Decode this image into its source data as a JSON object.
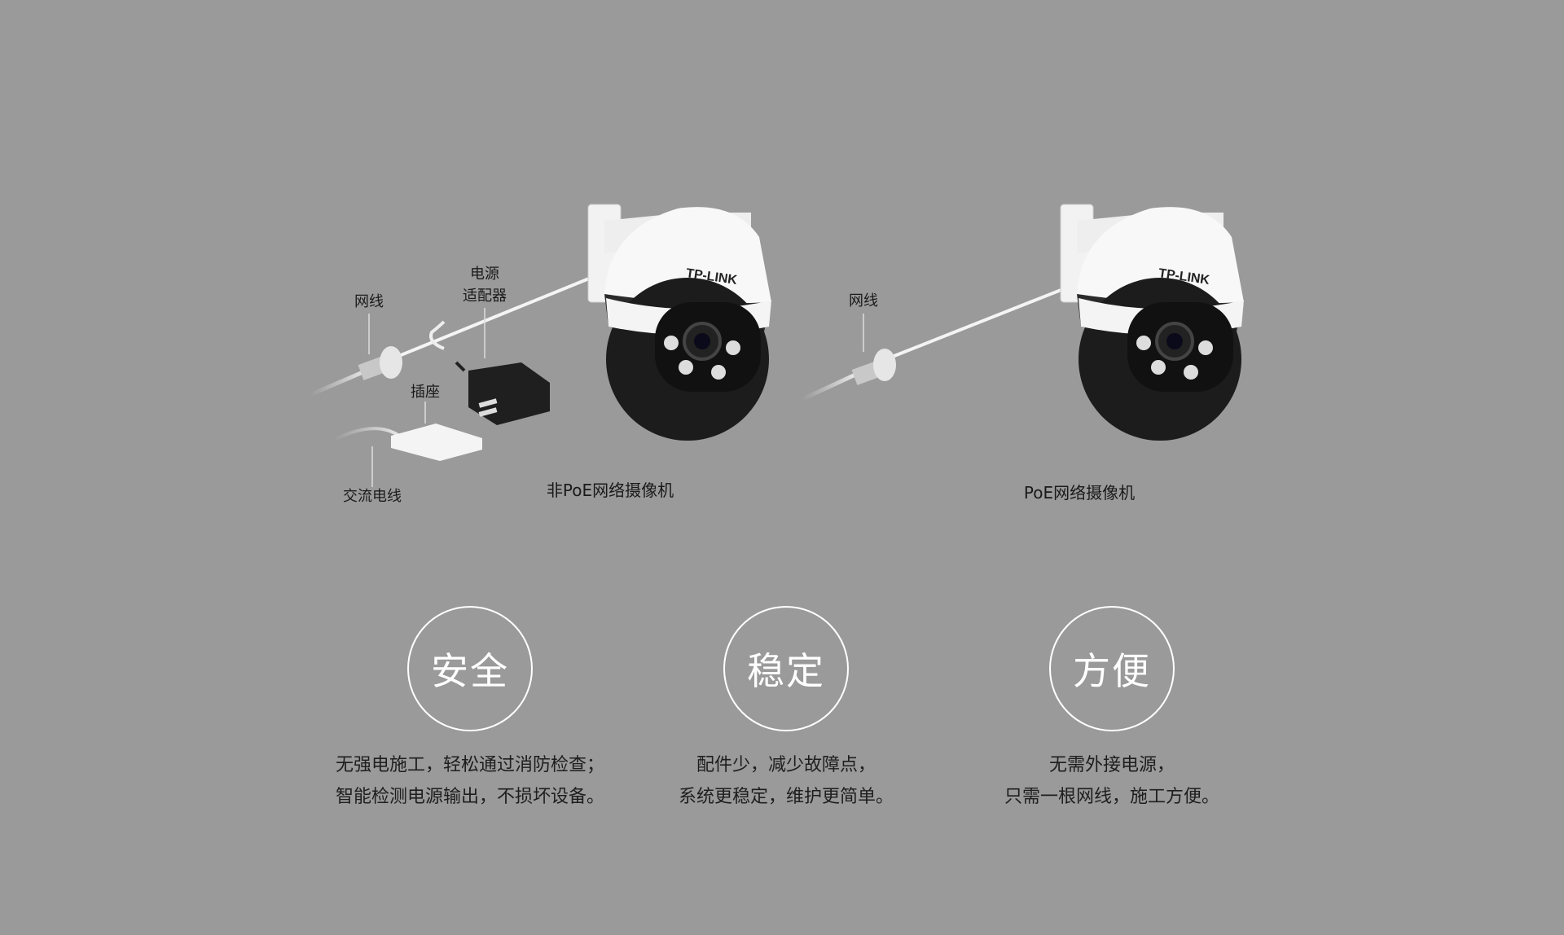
{
  "diagram_left": {
    "labels": {
      "cable": "网线",
      "adapter_line1": "电源",
      "adapter_line2": "适配器",
      "socket": "插座",
      "ac_cable": "交流电线"
    },
    "caption": "非PoE网络摄像机",
    "brand": "TP-LINK"
  },
  "diagram_right": {
    "labels": {
      "cable": "网线"
    },
    "caption": "PoE网络摄像机",
    "brand": "TP-LINK"
  },
  "features": [
    {
      "title": "安全",
      "line1": "无强电施工，轻松通过消防检查；",
      "line2": "智能检测电源输出，不损坏设备。"
    },
    {
      "title": "稳定",
      "line1": "配件少，减少故障点，",
      "line2": "系统更稳定，维护更简单。"
    },
    {
      "title": "方便",
      "line1": "无需外接电源，",
      "line2": "只需一根网线，施工方便。"
    }
  ]
}
